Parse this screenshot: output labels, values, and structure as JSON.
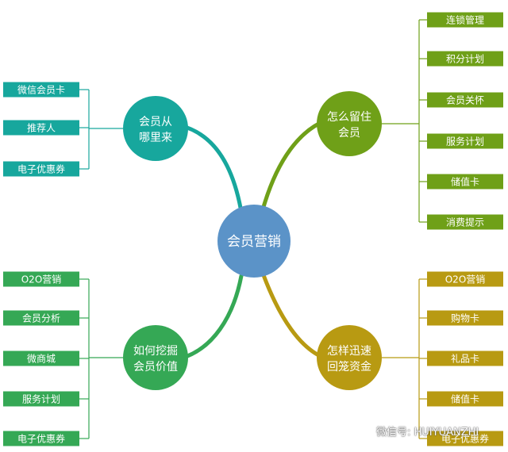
{
  "center": {
    "label": "会员营销",
    "color": "#5b93c8"
  },
  "branches": [
    {
      "label_lines": [
        "会员从",
        "哪里来"
      ],
      "color": "#17a79d",
      "items": [
        "微信会员卡",
        "推荐人",
        "电子优惠券"
      ]
    },
    {
      "label_lines": [
        "怎么留住",
        "会员"
      ],
      "color": "#6fa018",
      "items": [
        "连锁管理",
        "积分计划",
        "会员关怀",
        "服务计划",
        "储值卡",
        "消费提示"
      ]
    },
    {
      "label_lines": [
        "如何挖掘",
        "会员价值"
      ],
      "color": "#35a855",
      "items": [
        "O2O营销",
        "会员分析",
        "微商城",
        "服务计划",
        "电子优惠券"
      ]
    },
    {
      "label_lines": [
        "怎样迅速",
        "回笼资金"
      ],
      "color": "#b89a12",
      "items": [
        "O2O营销",
        "购物卡",
        "礼品卡",
        "储值卡",
        "电子优惠券"
      ]
    }
  ],
  "watermark": {
    "text": "微信号: HUIYUANZHI",
    "icon": "wechat-icon"
  }
}
